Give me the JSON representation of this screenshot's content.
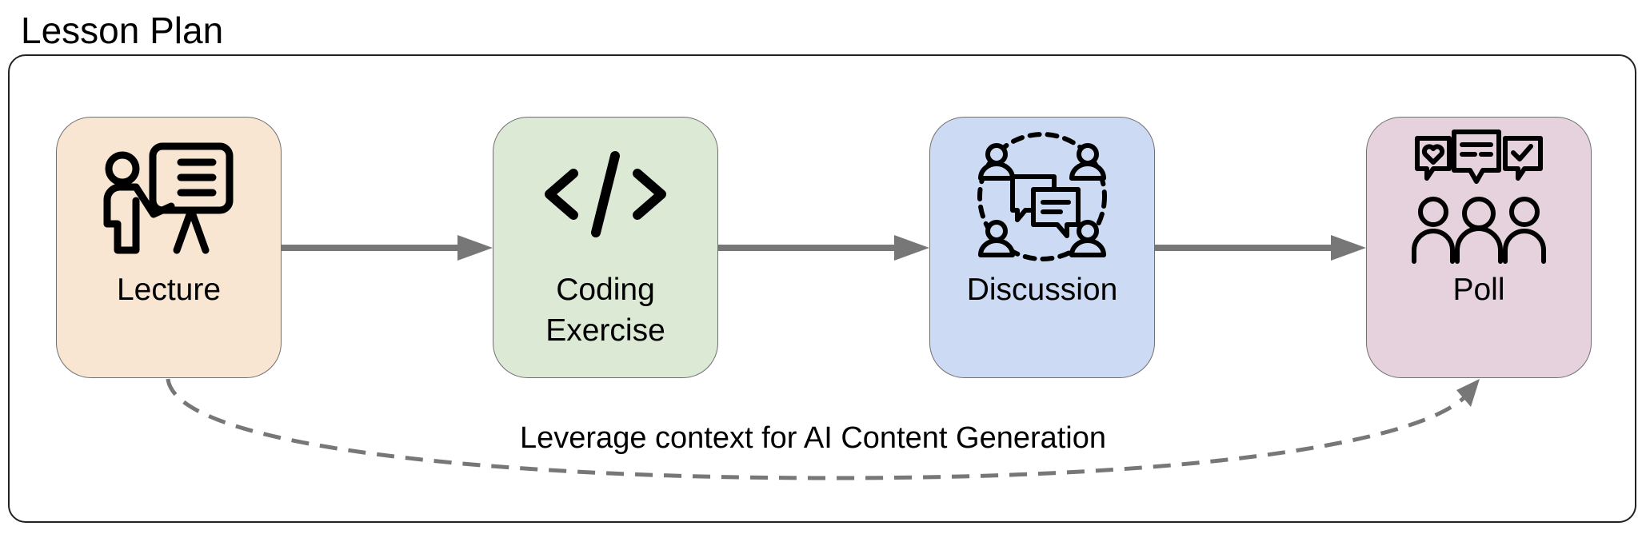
{
  "diagram": {
    "title": "Lesson Plan",
    "steps": [
      {
        "label": "Lecture",
        "icon": "presentation-icon",
        "color": "#f8e6d3"
      },
      {
        "label": "Coding Exercise",
        "label_lines": [
          "Coding",
          "Exercise"
        ],
        "icon": "code-icon",
        "color": "#dce9d5"
      },
      {
        "label": "Discussion",
        "icon": "discussion-icon",
        "color": "#ccdaf4"
      },
      {
        "label": "Poll",
        "icon": "poll-icon",
        "color": "#e6d2dc"
      }
    ],
    "feedback_arrow_label": "Leverage context for AI Content Generation",
    "arrow_color": "#777777",
    "border_color": "#222222"
  }
}
